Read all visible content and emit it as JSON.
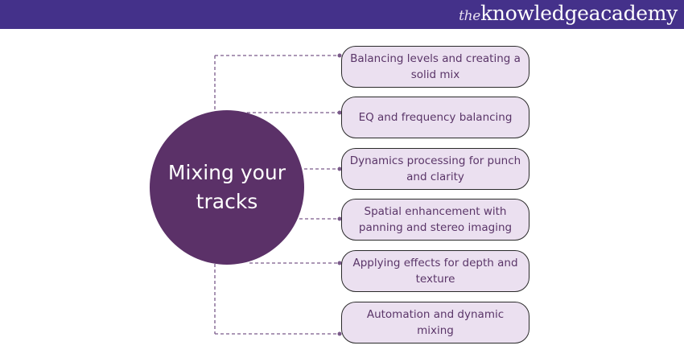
{
  "header": {
    "logo_prefix": "the",
    "logo_text": "knowledgeacademy"
  },
  "center": {
    "label": "Mixing your tracks"
  },
  "items": [
    {
      "label": "Balancing levels and creating a solid mix"
    },
    {
      "label": "EQ and frequency balancing"
    },
    {
      "label": "Dynamics processing for punch and clarity"
    },
    {
      "label": "Spatial enhancement with panning and stereo imaging"
    },
    {
      "label": "Applying effects for depth and texture"
    },
    {
      "label": "Automation and dynamic mixing"
    }
  ],
  "colors": {
    "header": "#44318a",
    "circle": "#5b3168",
    "box": "#ebe0f0",
    "line": "#7a5a8a"
  }
}
